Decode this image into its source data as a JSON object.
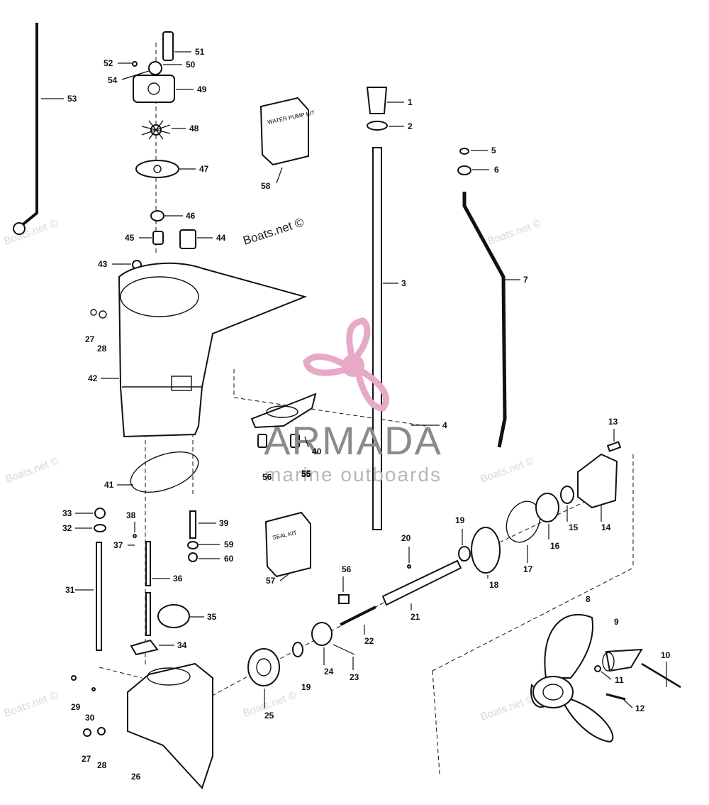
{
  "colors": {
    "line": "#111111",
    "watermark": "#d0d0d0",
    "logo_pink": "#e7a9c6",
    "logo_gray": "#8a8a8a",
    "logo_sub": "#bdbdbd"
  },
  "watermark": {
    "text": "Boats.net ©"
  },
  "logo": {
    "title": "ARMADA",
    "subtitle": "marine outboards",
    "icon": "propeller-logo-icon"
  },
  "kits": {
    "water_pump": "WATER PUMP KIT",
    "seal": "SEAL KIT"
  },
  "part_numbers": [
    "1",
    "2",
    "3",
    "4",
    "5",
    "6",
    "7",
    "8",
    "9",
    "10",
    "11",
    "12",
    "13",
    "14",
    "15",
    "16",
    "17",
    "18",
    "19",
    "20",
    "21",
    "22",
    "23",
    "24",
    "25",
    "26",
    "27",
    "28",
    "29",
    "30",
    "31",
    "32",
    "33",
    "34",
    "35",
    "36",
    "37",
    "38",
    "39",
    "40",
    "41",
    "42",
    "43",
    "44",
    "45",
    "46",
    "47",
    "48",
    "49",
    "50",
    "51",
    "52",
    "53",
    "54",
    "55",
    "56",
    "57",
    "58",
    "59",
    "60"
  ],
  "extra_labels": [
    "19",
    "27",
    "28",
    "55",
    "56"
  ]
}
